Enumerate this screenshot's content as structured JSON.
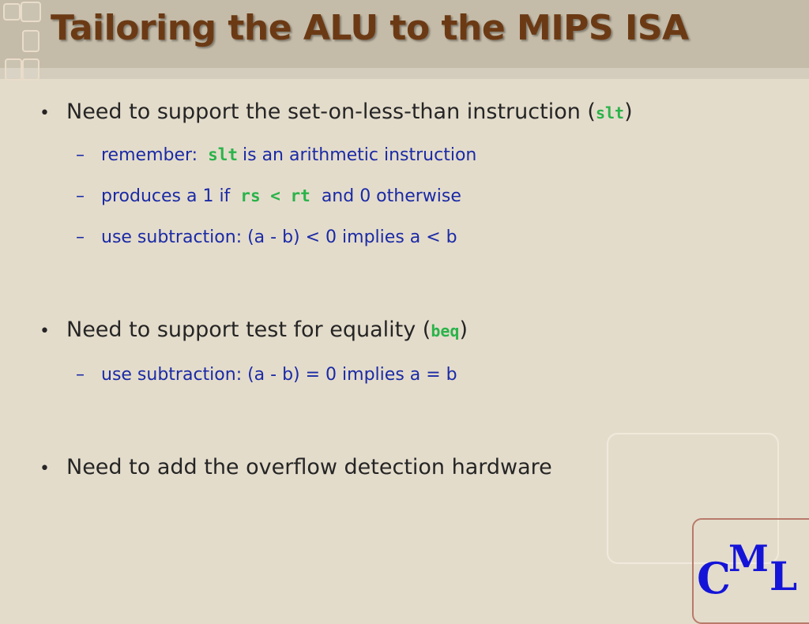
{
  "slide": {
    "title": "Tailoring the ALU to the MIPS ISA",
    "bullets": [
      {
        "text_before": "Need to support the set-on-less-than instruction (",
        "code": "slt",
        "text_after": ")",
        "subs": [
          {
            "before": "remember: ",
            "code": "slt",
            "after": "is an arithmetic instruction"
          },
          {
            "before": "produces a 1 if ",
            "code": "rs < rt",
            "after": "and 0 otherwise"
          },
          {
            "text": "use subtraction: (a - b) < 0 implies a < b"
          }
        ]
      },
      {
        "text_before": "Need to support test for equality (",
        "code": "beq",
        "text_after": ")",
        "subs": [
          {
            "text": "use subtraction: (a - b) = 0 implies a = b"
          }
        ]
      },
      {
        "text": "Need to add the overflow detection hardware"
      }
    ],
    "bullet_glyph": "•",
    "sub_glyph": "–",
    "logo": {
      "c": "C",
      "m": "M",
      "l": "L"
    }
  },
  "colors": {
    "title": "#6b3a14",
    "sub_text": "#1a2aa6",
    "code": "#2ab34a",
    "logo": "#1414d8"
  }
}
